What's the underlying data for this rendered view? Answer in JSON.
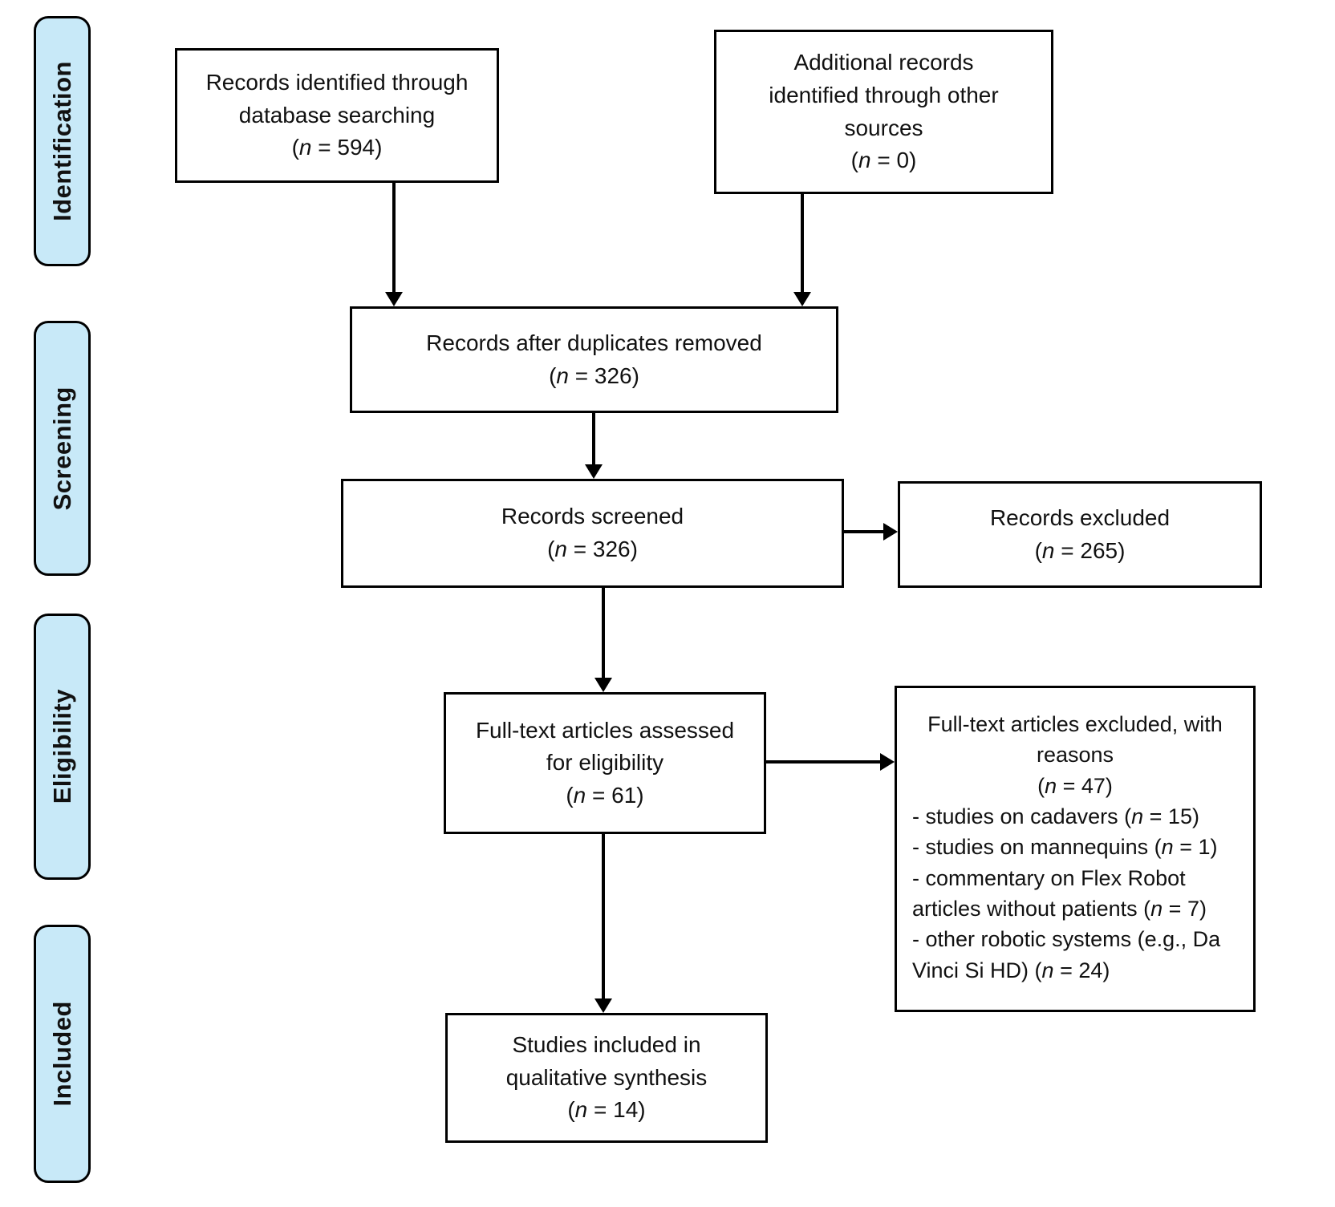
{
  "colors": {
    "stage_fill": "#c8e9f8",
    "box_border": "#000000",
    "text": "#111111"
  },
  "stages": [
    {
      "label": "Identification"
    },
    {
      "label": "Screening"
    },
    {
      "label": "Eligibility"
    },
    {
      "label": "Included"
    }
  ],
  "boxes": {
    "records_identified": {
      "text": "Records identified through database searching",
      "count": "(n = 594)"
    },
    "additional_records": {
      "text": "Additional records identified through other sources",
      "count": "(n = 0)"
    },
    "after_duplicates": {
      "text": "Records after duplicates removed",
      "count": "(n = 326)"
    },
    "records_screened": {
      "text": "Records screened",
      "count": "(n = 326)"
    },
    "records_excluded": {
      "text": "Records excluded",
      "count": "(n = 265)"
    },
    "fulltext_assessed": {
      "text": "Full-text articles assessed for eligibility",
      "count": "(n = 61)"
    },
    "fulltext_excluded": {
      "text": "Full-text articles excluded, with reasons",
      "count": "(n = 47)",
      "reasons": [
        "- studies on cadavers (n = 15)",
        "- studies on mannequins (n = 1)",
        "- commentary on Flex Robot articles without patients (n = 7)",
        "- other robotic systems (e.g., Da Vinci Si HD) (n = 24)"
      ]
    },
    "studies_included": {
      "text": "Studies included in qualitative synthesis",
      "count": "(n = 14)"
    }
  }
}
